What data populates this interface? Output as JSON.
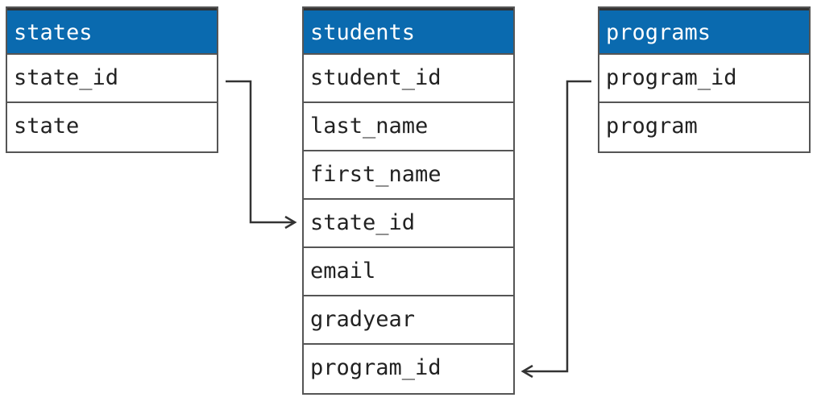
{
  "tables": [
    {
      "id": "states",
      "title": "states",
      "fields": [
        "state_id",
        "state"
      ]
    },
    {
      "id": "students",
      "title": "students",
      "fields": [
        "student_id",
        "last_name",
        "first_name",
        "state_id",
        "email",
        "gradyear",
        "program_id"
      ]
    },
    {
      "id": "programs",
      "title": "programs",
      "fields": [
        "program_id",
        "program"
      ]
    }
  ],
  "relations": [
    {
      "from": "states.state_id",
      "to": "students.state_id"
    },
    {
      "from": "programs.program_id",
      "to": "students.program_id"
    }
  ],
  "colors": {
    "header_bg": "#0a6aaf",
    "header_text": "#ffffff",
    "border": "#555555",
    "arrow": "#333333"
  }
}
